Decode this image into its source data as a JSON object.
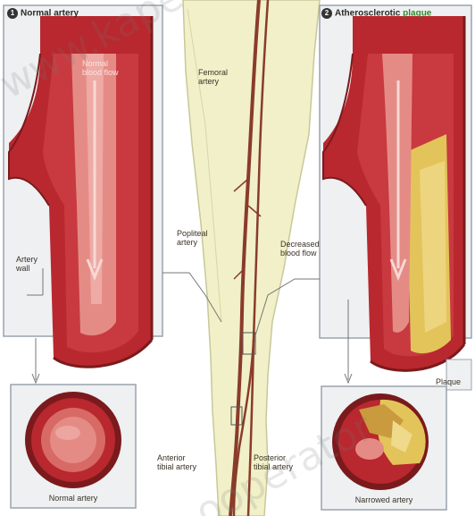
{
  "panels": {
    "normal": {
      "number": "1",
      "title": "Normal artery",
      "blood_flow_label": "Normal blood flow",
      "artery_wall_label": "Artery wall",
      "cross_section_label": "Normal artery"
    },
    "narrowed": {
      "number": "2",
      "title_prefix": "Atherosclerotic",
      "title_highlight": "plaque",
      "plaque_label": "Plaque",
      "flow_label": "Decreased blood flow",
      "cross_section_label": "Narrowed artery"
    }
  },
  "leg": {
    "femoral_artery_label": "Femoral artery",
    "popliteal_artery_label": "Popliteal artery",
    "anterior_tibial_label": "Anterior tibial artery",
    "posterior_tibial_label": "Posterior tibial artery"
  },
  "watermarks": {
    "top": "www.kape",
    "bottom": "ooperator"
  },
  "colors": {
    "artery_red": "#b8282e",
    "artery_dark": "#7a1a1c",
    "artery_pink": "#e58b86",
    "plaque_yellow": "#e3c45a",
    "leg_cream": "#f1f0c8",
    "panel_border": "#9aa3ad"
  }
}
